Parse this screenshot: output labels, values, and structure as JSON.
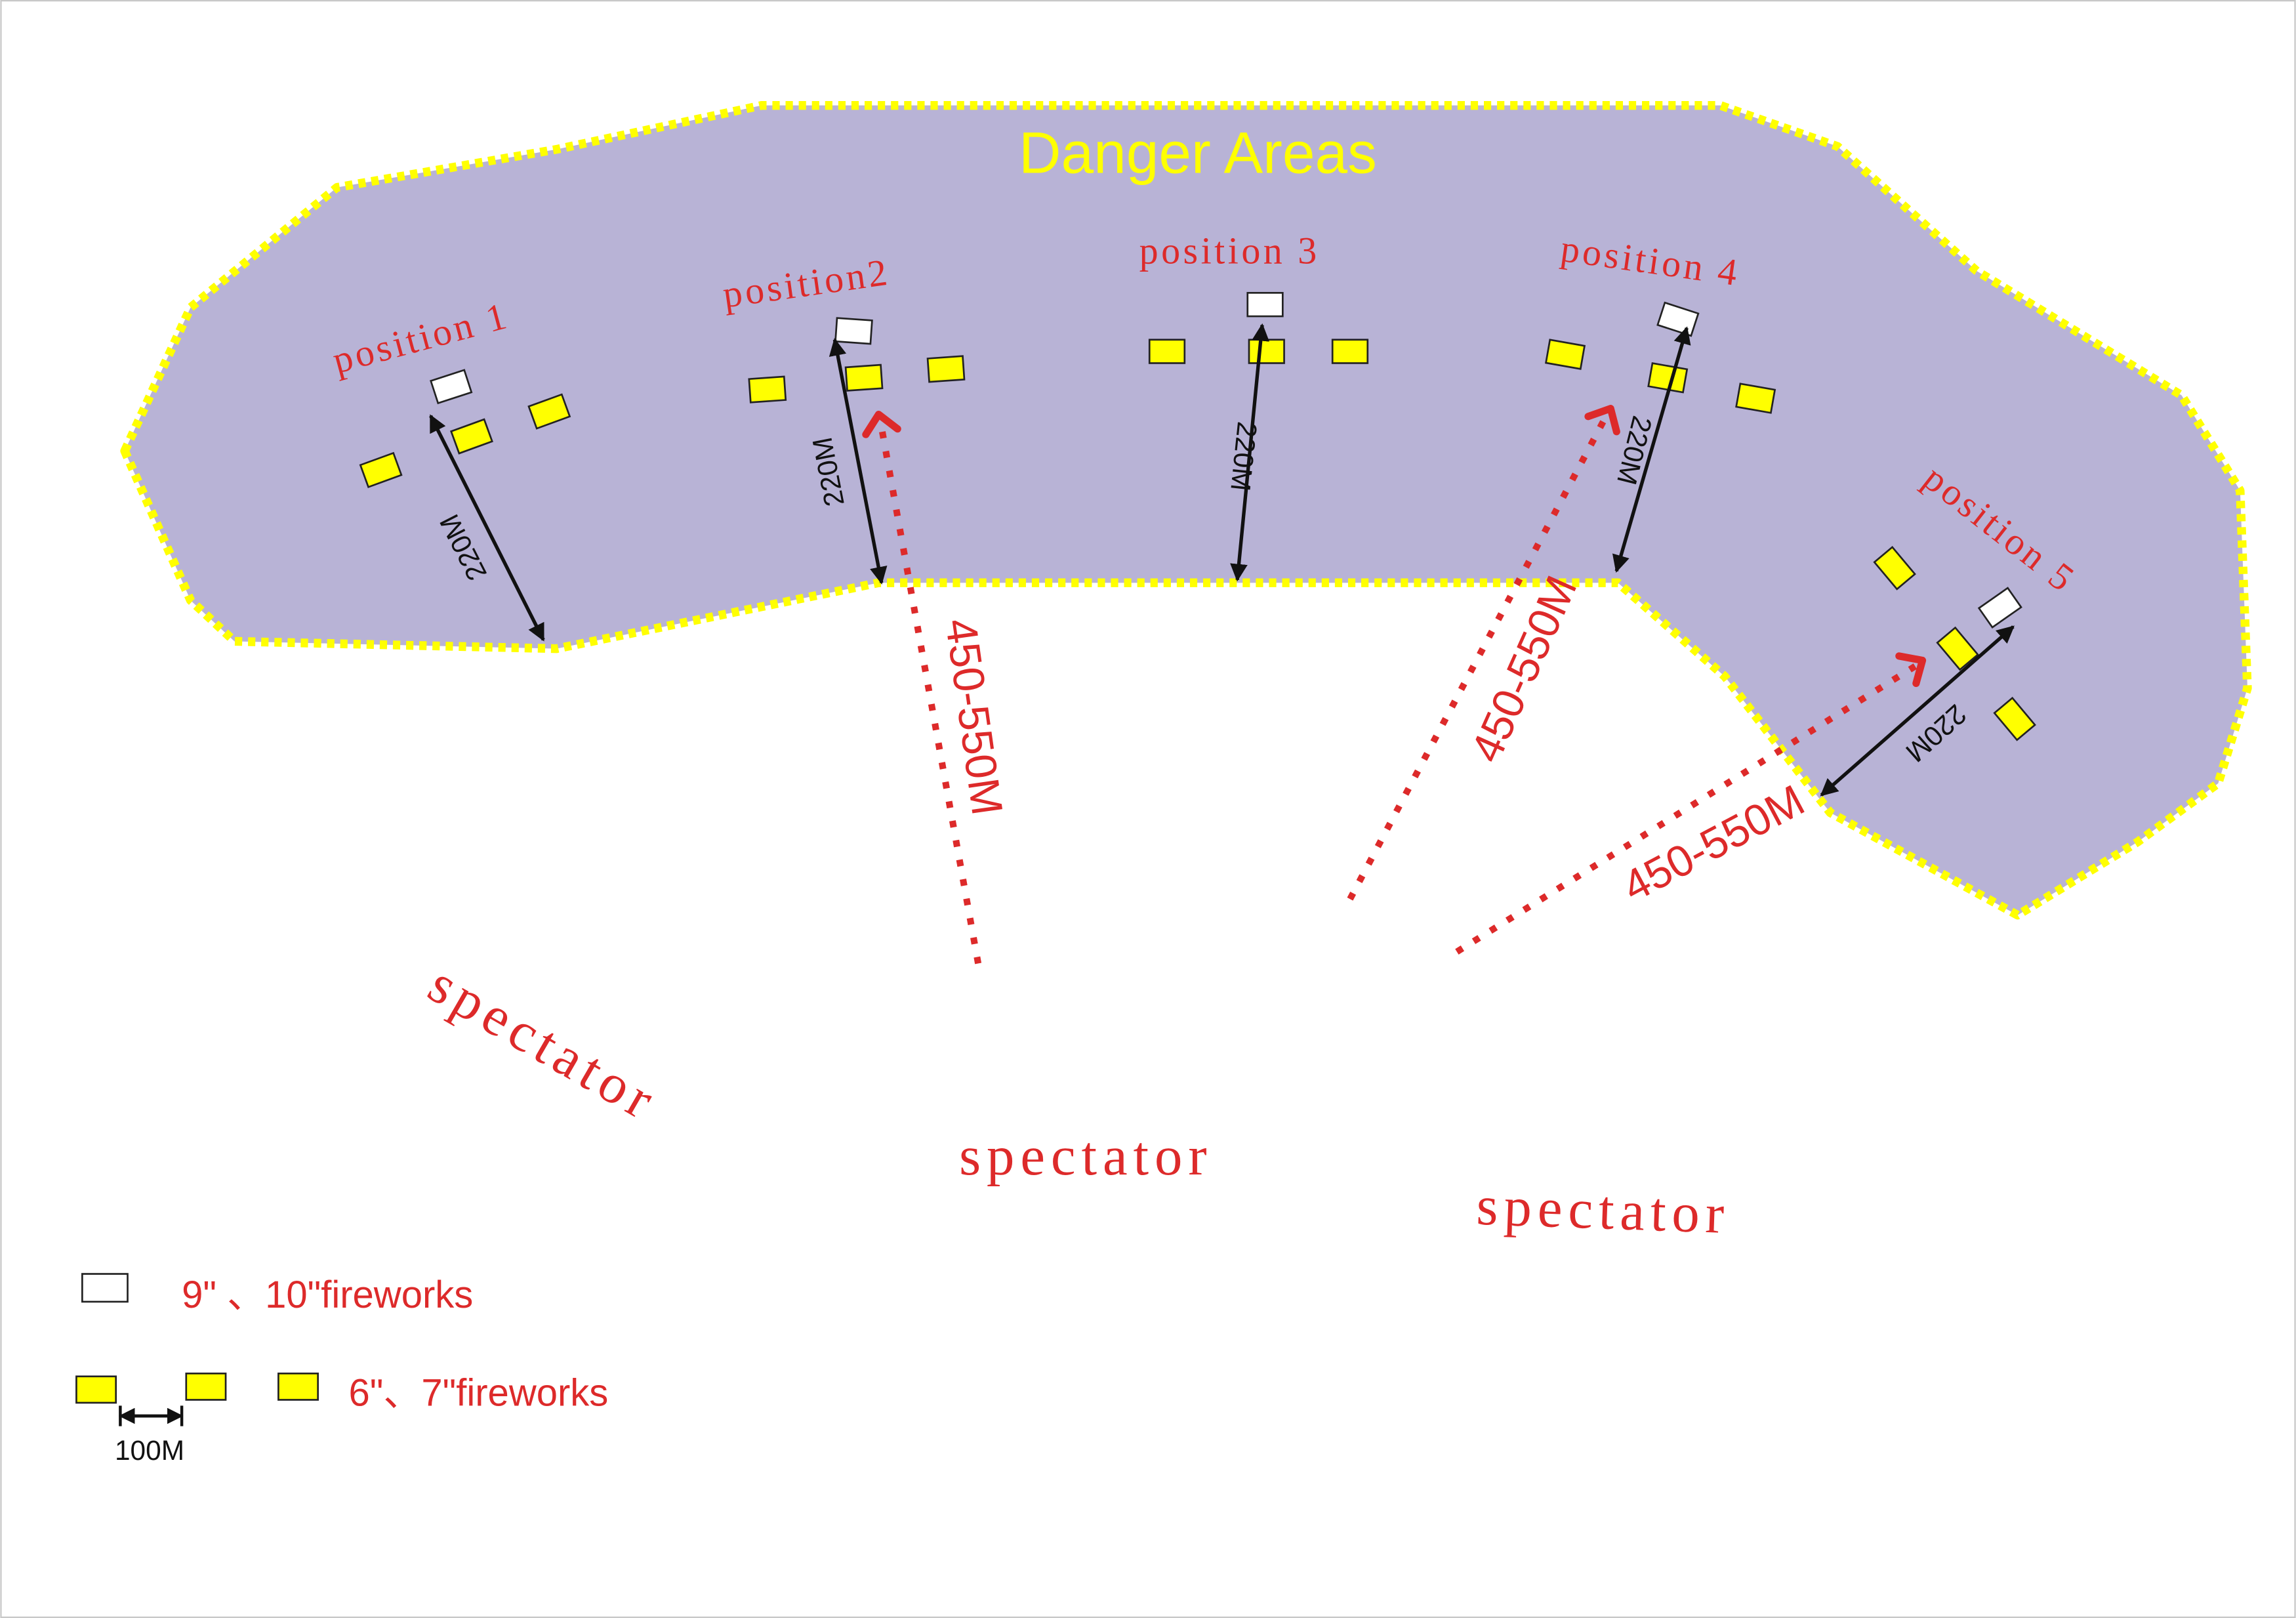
{
  "colors": {
    "zone_fill": "#b8b3d6",
    "zone_border": "#ffff00",
    "label_red": "#dd2a2a",
    "title_yellow": "#ffff00",
    "shell_yellow": "#ffff00",
    "line_black": "#111111"
  },
  "diagram": {
    "title": "Danger Areas",
    "positions": [
      "position 1",
      "position2",
      "position 3",
      "position 4",
      "position 5"
    ],
    "distance_label": "220M",
    "spectator_distance_label": "450-550M",
    "spectator_label": "spectator"
  },
  "legend": {
    "large_label": "9\" 、10\"fireworks",
    "small_label": "6\"、7\"fireworks",
    "spacing_label": "100M"
  }
}
